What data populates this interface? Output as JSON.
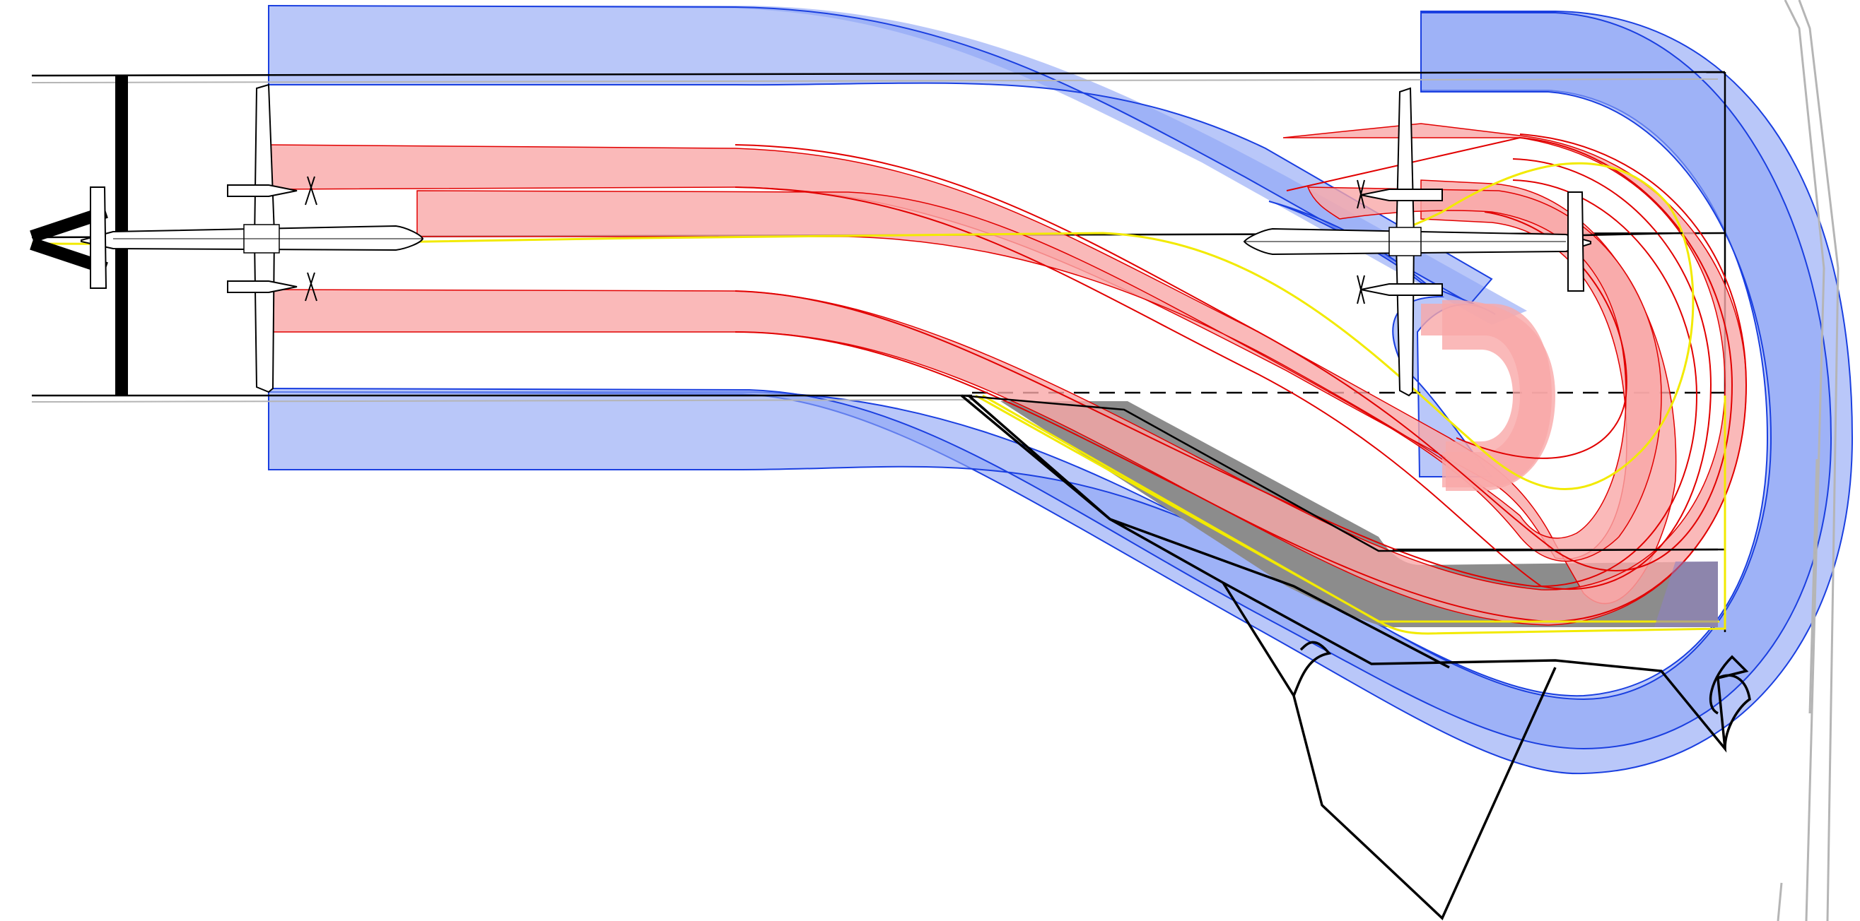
{
  "diagram": {
    "colors": {
      "background": "#ffffff",
      "wingtip_swept_path": "#8ea5f5",
      "wingtip_swept_outline": "#1a3fe0",
      "main_gear_swept_path": "#f9a7a7",
      "main_gear_outline": "#e10000",
      "nose_gear_track": "#f2ea00",
      "pavement_edge": "#000000",
      "paved_shoulder_fill": "#8c8c8c",
      "overlap_fill": "#9b7fc5",
      "road_edge_lines": "#b5b5b5"
    },
    "aircraft": [
      {
        "name": "aircraft-start-position",
        "type": "twin-turboprop",
        "heading": "east"
      },
      {
        "name": "aircraft-end-position",
        "type": "twin-turboprop",
        "heading": "west"
      }
    ],
    "paths": [
      "wingtip-swept-path",
      "main-gear-swept-path-left",
      "main-gear-swept-path-right",
      "nose-gear-track",
      "paved-turn-pad-fillet",
      "runway-centerline",
      "taxiway-edge-dashed"
    ]
  }
}
